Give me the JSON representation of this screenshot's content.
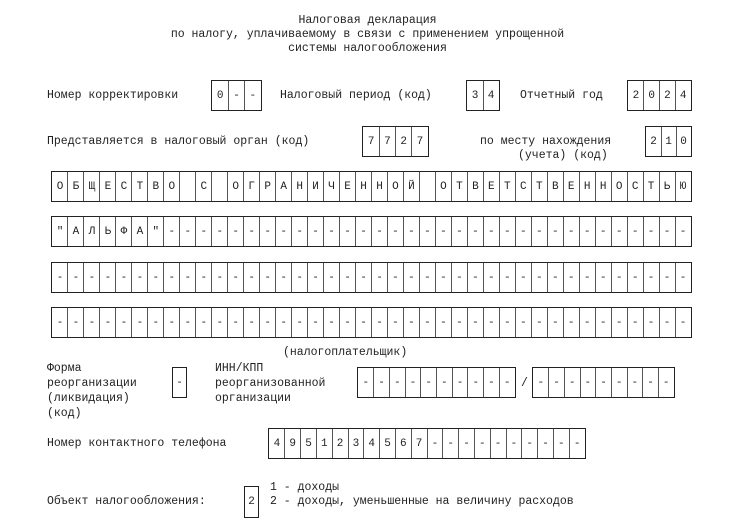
{
  "title": [
    "Налоговая декларация",
    "по налогу, уплачиваемому в связи с применением упрощенной",
    "системы налогообложения"
  ],
  "correction": {
    "label": "Номер корректировки",
    "value": "0--"
  },
  "period": {
    "label": "Налоговый период (код)",
    "value": "34"
  },
  "year": {
    "label": "Отчетный год",
    "value": "2024"
  },
  "authority": {
    "label": "Представляется в налоговый орган (код)",
    "value": "7727"
  },
  "location": {
    "label1": "по месту нахождения",
    "label2": "(учета) (код)",
    "value": "210"
  },
  "taxpayer": {
    "rows": [
      "ОБЩЕСТВО С ОГРАНИЧЕННОЙ ОТВЕТСТВЕННОСТЬЮ",
      "\"АЛЬФА\"---------------------------------",
      "----------------------------------------",
      "----------------------------------------"
    ],
    "caption": "(налогоплательщик)"
  },
  "reorg": {
    "label": [
      "Форма",
      "реорганизации",
      "(ликвидация)",
      "(код)"
    ],
    "value": "-"
  },
  "inn_kpp": {
    "label": [
      "ИНН/КПП",
      "реорганизованной",
      "организации"
    ],
    "inn": "----------",
    "slash": "/",
    "kpp": "---------"
  },
  "phone": {
    "label": "Номер контактного телефона",
    "value": "4951234567----------"
  },
  "object": {
    "label": "Объект налогообложения:",
    "value": "2",
    "options": [
      "1 - доходы",
      "2 - доходы, уменьшенные на величину расходов"
    ]
  }
}
